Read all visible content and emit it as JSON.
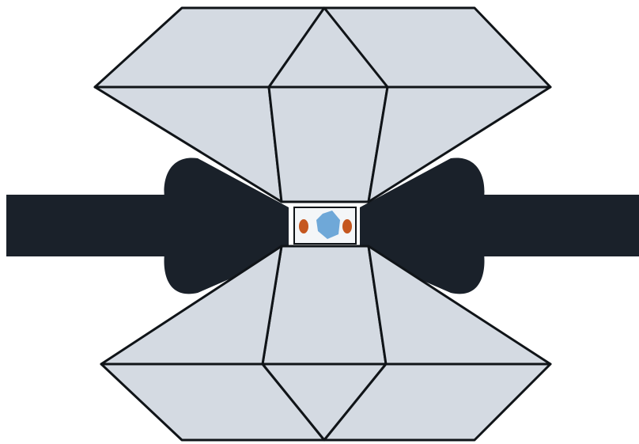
{
  "diagram": {
    "kind": "diamond-anvil-cell",
    "text_labels": [],
    "colors": {
      "background": "#ffffff",
      "anvil_fill": "#d4dae2",
      "anvil_edge": "#101418",
      "gasket": "#1a212a",
      "sample_chamber": "#f4f6f8",
      "sample_crystal": "#6fa8d8",
      "ruby_marker": "#c5571f"
    },
    "components": [
      {
        "name": "upper-diamond-anvil",
        "role": "anvil"
      },
      {
        "name": "lower-diamond-anvil",
        "role": "anvil"
      },
      {
        "name": "metal-gasket",
        "role": "gasket"
      },
      {
        "name": "sample-chamber",
        "role": "chamber"
      },
      {
        "name": "sample-crystal",
        "role": "sample"
      },
      {
        "name": "ruby-marker-left",
        "role": "pressure-marker"
      },
      {
        "name": "ruby-marker-right",
        "role": "pressure-marker"
      }
    ]
  }
}
